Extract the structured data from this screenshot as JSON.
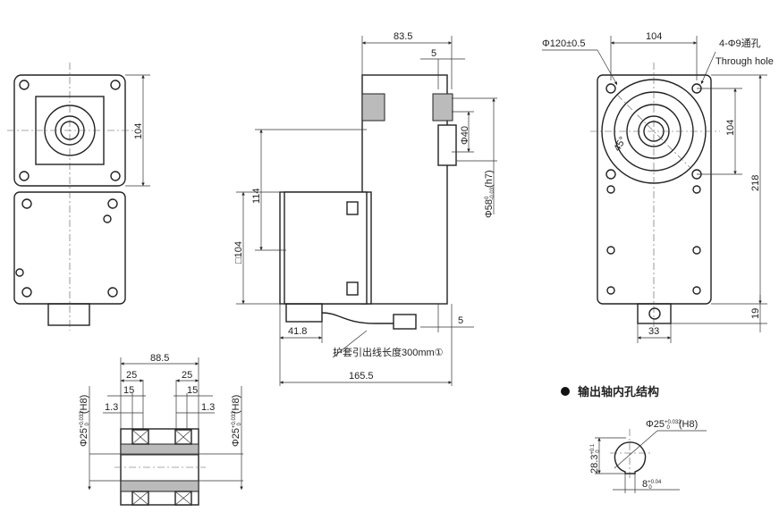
{
  "left_view": {
    "height_dim": "104"
  },
  "side_view": {
    "length_dim": "83.5",
    "shaft_offset_dim": "5",
    "shaft_dia": "Φ40",
    "flange_dia": "Φ58",
    "flange_tol_upper": "0",
    "flange_tol_lower": "-0.03",
    "flange_fit": "(h7)",
    "height_dim": "114",
    "motor_square": "□104",
    "bottom_offset_dim": "5",
    "connector_dim": "41.8",
    "total_length_dim": "165.5",
    "cable_note": "护套引出线长度300mm①"
  },
  "front_view": {
    "pcd": "Φ120±0.5",
    "width_dim": "104",
    "holes": "4-Φ9通孔",
    "holes_en": "Through hole",
    "angle": "45°",
    "hole_pitch_dim": "104",
    "total_height_dim": "218",
    "connector_height_dim": "19",
    "connector_width_dim": "33"
  },
  "section_view": {
    "width_dim": "88.5",
    "left_25": "25",
    "right_25": "25",
    "left_15": "15",
    "right_15": "15",
    "left_13": "1.3",
    "right_13": "1.3",
    "bore_left": "Φ25",
    "bore_right": "Φ25",
    "bore_tol_upper": "+0.033",
    "bore_tol_lower": "0",
    "bore_fit": "(H8)"
  },
  "bore_detail": {
    "title": "输出轴内孔结构",
    "bore": "Φ25",
    "bore_tol_upper": "+0.033",
    "bore_tol_lower": "0",
    "bore_fit": "(H8)",
    "key_depth": "28.3",
    "key_depth_tol_upper": "+0.1",
    "key_depth_tol_lower": "0",
    "key_width": "8",
    "key_width_tol_upper": "+0.04",
    "key_width_tol_lower": "0"
  }
}
